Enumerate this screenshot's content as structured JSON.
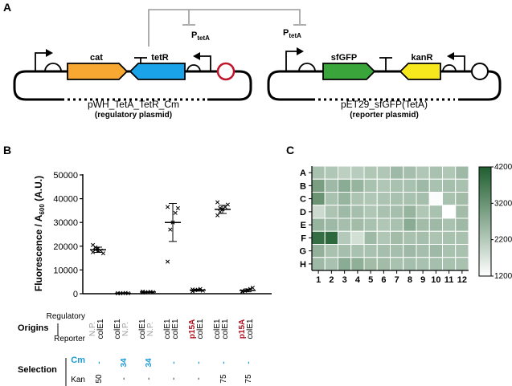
{
  "panels": {
    "a": "A",
    "b": "B",
    "c": "C"
  },
  "panel_a": {
    "promoter_label": "P",
    "promoter_sub": "tetA",
    "regulatory_plasmid": {
      "genes": [
        "cat",
        "tetR"
      ],
      "name": "pWH_TetA_TetR_Cm",
      "subtitle": "(regulatory plasmid)",
      "colors": {
        "cat": "#f7a832",
        "tetR": "#1aa3e8",
        "origin_ring": "#c0152a"
      }
    },
    "reporter_plasmid": {
      "genes": [
        "sfGFP",
        "kanR"
      ],
      "name": "pET29_sfGFP(TetA)",
      "subtitle": "(reporter plasmid)",
      "colors": {
        "sfGFP": "#3aa53a",
        "kanR": "#f7e81e"
      }
    }
  },
  "panel_b": {
    "ylabel_main": "Fluorescence / A",
    "ylabel_sub": "600",
    "ylabel_unit": " (A.U.)",
    "origins_title": "Origins",
    "row_regulatory": "Regulatory",
    "row_reporter": "Reporter",
    "selection_title": "Selection",
    "row_cm": "Cm",
    "row_kan": "Kan",
    "columns": [
      {
        "regulatory": "N.P.",
        "reporter": "colE1",
        "cm": "-",
        "kan": "50"
      },
      {
        "regulatory": "colE1",
        "reporter": "N.P.",
        "cm": "34",
        "kan": "-"
      },
      {
        "regulatory": "colE1",
        "reporter": "N.P.",
        "cm": "34",
        "kan": "-"
      },
      {
        "regulatory": "colE1",
        "reporter": "colE1",
        "cm": "-",
        "kan": "-"
      },
      {
        "regulatory": "p15A",
        "reporter": "colE1",
        "cm": "-",
        "kan": "-"
      },
      {
        "regulatory": "colE1",
        "reporter": "colE1",
        "cm": "-",
        "kan": "75"
      },
      {
        "regulatory": "p15A",
        "reporter": "colE1",
        "cm": "-",
        "kan": "75"
      }
    ],
    "colors": {
      "np": "#9a9a9a",
      "p15a": "#b01020",
      "cm": "#1c9ad6",
      "default": "#000000"
    }
  },
  "chart_data": [
    {
      "type": "scatter",
      "panel": "B",
      "ylim": [
        0,
        50000
      ],
      "yticks": [
        "0",
        "10000",
        "20000",
        "30000",
        "40000",
        "50000"
      ],
      "grid": false,
      "series": [
        {
          "points": [
            17500,
            18500,
            19000,
            18200,
            17000,
            20500,
            19500,
            18000
          ],
          "mean": 18500,
          "sd": 1100
        },
        {
          "points": [
            150,
            200,
            250,
            300,
            180,
            220
          ],
          "mean": 200,
          "sd": 60
        },
        {
          "points": [
            500,
            600,
            700,
            800,
            650,
            900
          ],
          "mean": 700,
          "sd": 150
        },
        {
          "points": [
            13500,
            27000,
            30000,
            34000,
            36000,
            36500
          ],
          "mean": 30000,
          "sd": 8000
        },
        {
          "points": [
            1000,
            1500,
            1700,
            2000,
            1300,
            1800
          ],
          "mean": 1500,
          "sd": 400
        },
        {
          "points": [
            33000,
            34500,
            35500,
            36500,
            37500,
            38500,
            36000
          ],
          "mean": 35500,
          "sd": 1700
        },
        {
          "points": [
            800,
            1200,
            1500,
            2000,
            2500,
            1100
          ],
          "mean": 1400,
          "sd": 600
        }
      ]
    },
    {
      "type": "heatmap",
      "panel": "C",
      "rows": [
        "A",
        "B",
        "C",
        "D",
        "E",
        "F",
        "G",
        "H"
      ],
      "cols": [
        "1",
        "2",
        "3",
        "4",
        "5",
        "6",
        "7",
        "8",
        "9",
        "10",
        "11",
        "12"
      ],
      "colorbar_range": [
        1200,
        4200
      ],
      "colorbar_ticks": [
        "4200",
        "3200",
        "2200",
        "1200"
      ],
      "colorbar_colors": [
        "#ffffff",
        "#1f5e2f"
      ],
      "values": [
        [
          2350,
          2250,
          2100,
          2150,
          2250,
          2250,
          2500,
          2400,
          2250,
          2350,
          2250,
          2500
        ],
        [
          3000,
          2500,
          2750,
          2600,
          2350,
          2250,
          2350,
          2350,
          2500,
          2350,
          2400,
          2350
        ],
        [
          3200,
          2350,
          2600,
          2300,
          2250,
          2300,
          2350,
          2350,
          2400,
          1250,
          2350,
          2450
        ],
        [
          1900,
          2300,
          2500,
          2400,
          2250,
          2350,
          2400,
          2600,
          2250,
          2350,
          1200,
          2450
        ],
        [
          2600,
          2500,
          2400,
          2450,
          2350,
          2250,
          2350,
          2750,
          2450,
          2500,
          2350,
          2500
        ],
        [
          3900,
          4000,
          2200,
          1800,
          2500,
          2250,
          2450,
          2350,
          2400,
          2300,
          2350,
          2350
        ],
        [
          2650,
          2350,
          2400,
          2350,
          2350,
          2400,
          2400,
          2500,
          2400,
          2500,
          2350,
          2350
        ],
        [
          2500,
          2350,
          2750,
          2700,
          2450,
          2450,
          2350,
          2400,
          2350,
          2400,
          2350,
          2350
        ]
      ]
    }
  ]
}
